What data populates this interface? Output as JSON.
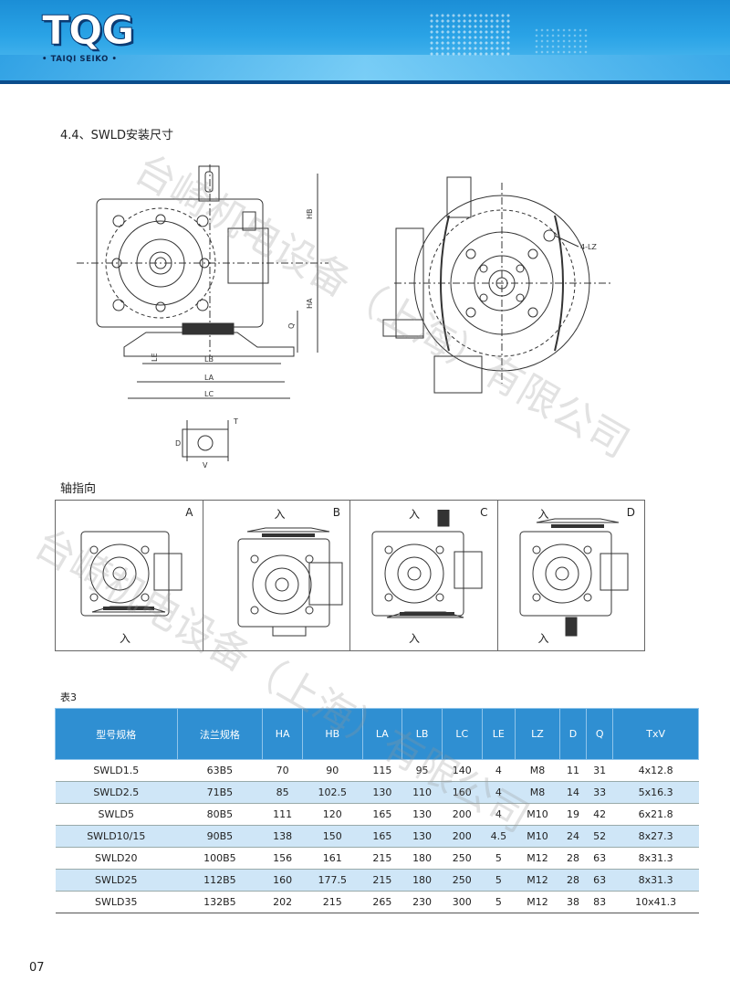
{
  "brand": {
    "logo_text": "TQG",
    "logo_sub": "TAIQI SEIKO"
  },
  "section": {
    "title": "4.4、SWLD安装尺寸",
    "shaft_title": "轴指向"
  },
  "drawing": {
    "dims": [
      "HB",
      "HA",
      "Q",
      "LE",
      "LB",
      "LA",
      "LC",
      "4-LZ",
      "D",
      "V",
      "T"
    ]
  },
  "shaft_panels": [
    {
      "letter": "A",
      "entry": "入"
    },
    {
      "letter": "B",
      "entry": "入"
    },
    {
      "letter": "C",
      "entry": "入"
    },
    {
      "letter": "D",
      "entry": "入"
    }
  ],
  "table": {
    "label": "表3",
    "headers": [
      "型号规格",
      "法兰规格",
      "HA",
      "HB",
      "LA",
      "LB",
      "LC",
      "LE",
      "LZ",
      "D",
      "Q",
      "TxV"
    ],
    "rows": [
      [
        "SWLD1.5",
        "63B5",
        "70",
        "90",
        "115",
        "95",
        "140",
        "4",
        "M8",
        "11",
        "31",
        "4x12.8"
      ],
      [
        "SWLD2.5",
        "71B5",
        "85",
        "102.5",
        "130",
        "110",
        "160",
        "4",
        "M8",
        "14",
        "33",
        "5x16.3"
      ],
      [
        "SWLD5",
        "80B5",
        "111",
        "120",
        "165",
        "130",
        "200",
        "4",
        "M10",
        "19",
        "42",
        "6x21.8"
      ],
      [
        "SWLD10/15",
        "90B5",
        "138",
        "150",
        "165",
        "130",
        "200",
        "4.5",
        "M10",
        "24",
        "52",
        "8x27.3"
      ],
      [
        "SWLD20",
        "100B5",
        "156",
        "161",
        "215",
        "180",
        "250",
        "5",
        "M12",
        "28",
        "63",
        "8x31.3"
      ],
      [
        "SWLD25",
        "112B5",
        "160",
        "177.5",
        "215",
        "180",
        "250",
        "5",
        "M12",
        "28",
        "63",
        "8x31.3"
      ],
      [
        "SWLD35",
        "132B5",
        "202",
        "215",
        "265",
        "230",
        "300",
        "5",
        "M12",
        "38",
        "83",
        "10x41.3"
      ]
    ]
  },
  "page_number": "07",
  "watermark": "台崎机电设备（上海）有限公司",
  "colors": {
    "header_blue": "#2aa3e6",
    "table_header": "#2f8fd2",
    "table_alt": "#cfe6f7"
  }
}
